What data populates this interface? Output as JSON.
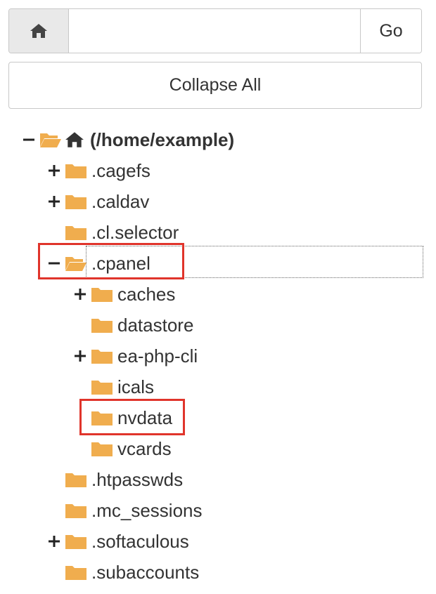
{
  "path_bar": {
    "home_icon": "home-icon",
    "input_value": "",
    "go_label": "Go"
  },
  "collapse_all_label": "Collapse All",
  "colors": {
    "folder": "#f0ad4e",
    "highlight": "#e0342b"
  },
  "tree": {
    "root": {
      "label": "(/home/example)",
      "expanded": true
    },
    "items": [
      {
        "label": ".cagefs",
        "toggle": "+"
      },
      {
        "label": ".caldav",
        "toggle": "+"
      },
      {
        "label": ".cl.selector",
        "toggle": ""
      },
      {
        "label": ".cpanel",
        "toggle": "−",
        "expanded": true,
        "selected": true
      },
      {
        "label": "caches",
        "toggle": "+"
      },
      {
        "label": "datastore",
        "toggle": ""
      },
      {
        "label": "ea-php-cli",
        "toggle": "+"
      },
      {
        "label": "icals",
        "toggle": ""
      },
      {
        "label": "nvdata",
        "toggle": ""
      },
      {
        "label": "vcards",
        "toggle": ""
      },
      {
        "label": ".htpasswds",
        "toggle": ""
      },
      {
        "label": ".mc_sessions",
        "toggle": ""
      },
      {
        "label": ".softaculous",
        "toggle": "+"
      },
      {
        "label": ".subaccounts",
        "toggle": ""
      }
    ]
  }
}
